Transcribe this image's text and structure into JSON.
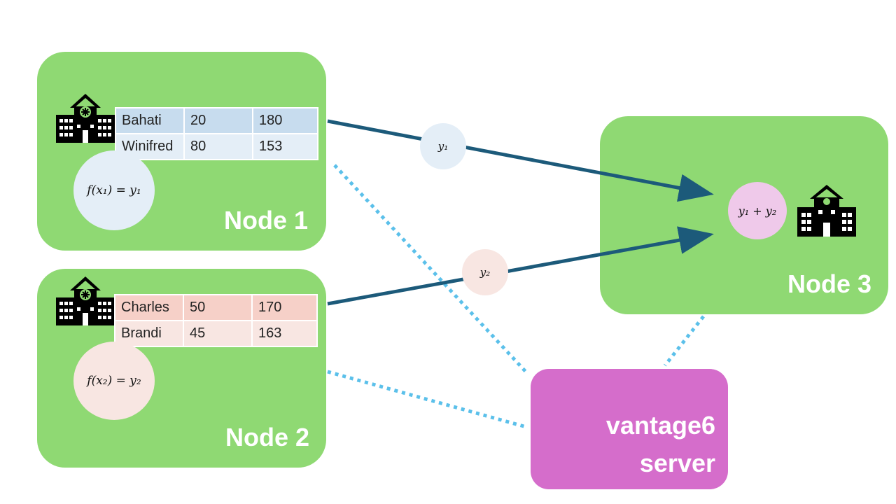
{
  "nodes": {
    "node1": {
      "label": "Node 1",
      "table": [
        [
          "Bahati",
          "20",
          "180"
        ],
        [
          "Winifred",
          "80",
          "153"
        ]
      ],
      "formula": "f(x₁) = y₁"
    },
    "node2": {
      "label": "Node 2",
      "table": [
        [
          "Charles",
          "50",
          "170"
        ],
        [
          "Brandi",
          "45",
          "163"
        ]
      ],
      "formula": "f(x₂) = y₂"
    },
    "node3": {
      "label": "Node 3",
      "sum": "y₁ + y₂"
    }
  },
  "server": {
    "line1": "vantage6",
    "line2": "server"
  },
  "messages": {
    "y1": "y₁",
    "y2": "y₂"
  },
  "colors": {
    "node_green": "#8fd973",
    "server_magenta": "#d56dcb",
    "arrow_blue": "#1c5a7a",
    "dotted_cyan": "#5bc0ea",
    "bubble_blue": "#e4eef7",
    "bubble_pink": "#f8e6e2",
    "bubble_violet": "#efc9ea"
  },
  "icons": {
    "hospital": "hospital-icon"
  }
}
